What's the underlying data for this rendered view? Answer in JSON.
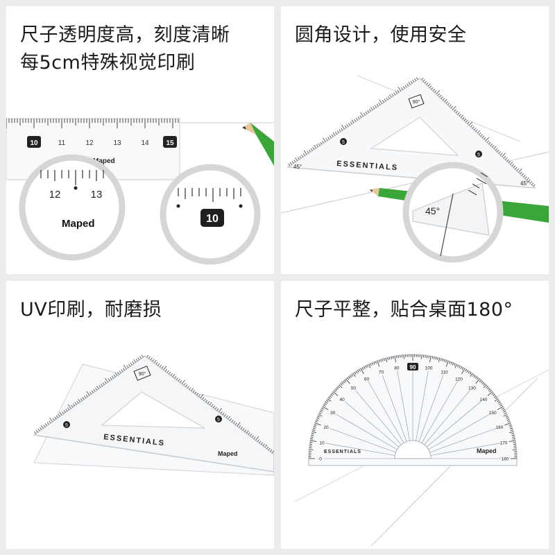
{
  "panels": [
    {
      "caption_lines": [
        "尺子透明度高，刻度清晰",
        "每5cm特殊视觉印刷"
      ]
    },
    {
      "caption_lines": [
        "圆角设计，使用安全"
      ]
    },
    {
      "caption_lines": [
        "UV印刷，耐磨损"
      ]
    },
    {
      "caption_lines": [
        "尺子平整，贴合桌面180°"
      ]
    }
  ],
  "ruler": {
    "brand": "Maped",
    "tick_labels": [
      "10",
      "11",
      "12",
      "13",
      "14",
      "15"
    ],
    "zoom_labels": [
      "12",
      "13"
    ],
    "highlight_label": "10"
  },
  "triangle": {
    "brand": "ESSENTIALS",
    "angle_label": "45°",
    "right_angle_label": "90°",
    "marker_label": "5"
  },
  "protractor": {
    "brand": "ESSENTIALS",
    "maker": "Maped",
    "center_label": "90",
    "degree_labels": [
      "0",
      "10",
      "20",
      "30",
      "40",
      "50",
      "60",
      "70",
      "80",
      "90",
      "100",
      "110",
      "120",
      "130",
      "140",
      "150",
      "160",
      "170",
      "180"
    ]
  },
  "colors": {
    "panel_bg": "#ffffff",
    "frame": "#ececec",
    "pencil_green": "#3aa63a",
    "ink": "#1b1b1b"
  }
}
